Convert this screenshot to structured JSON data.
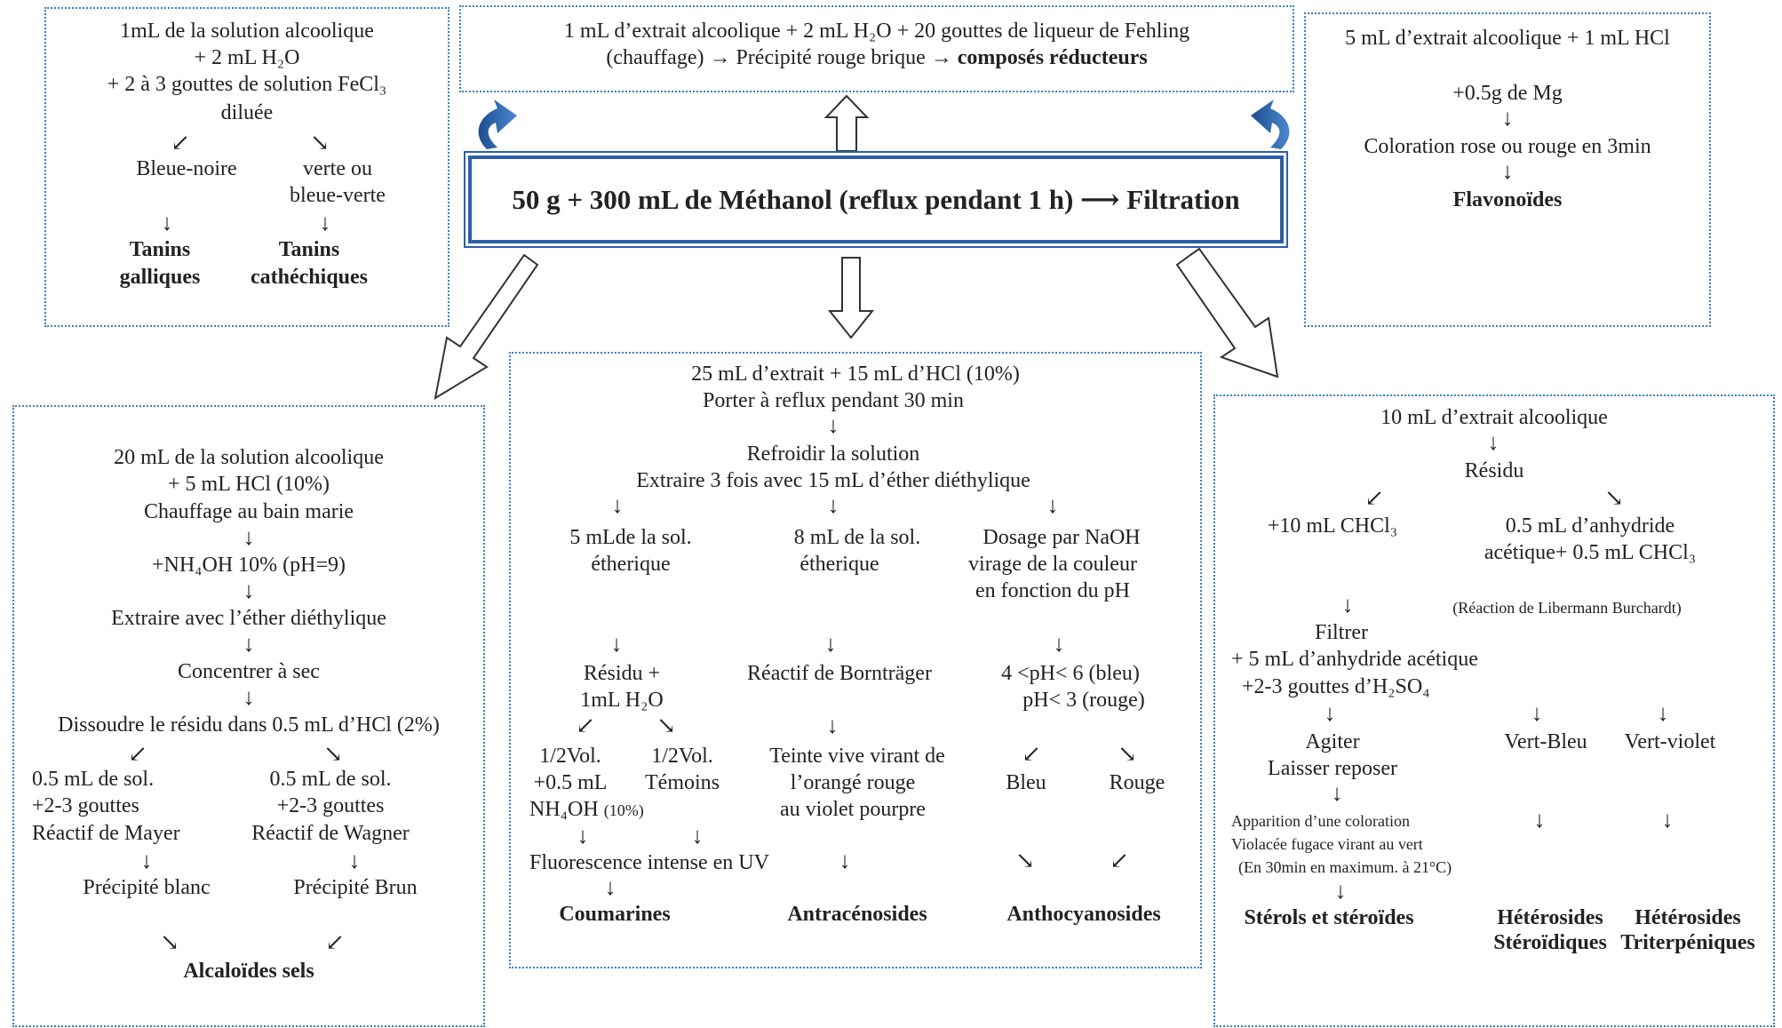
{
  "center": {
    "main": "50 g + 300 mL de Méthanol (reflux pendant 1 h) ⟶ Filtration"
  },
  "fehling": {
    "line1": "1 mL d’extrait alcoolique + 2 mL H₂O + 20 gouttes de liqueur de Fehling",
    "line2a": "(chauffage) → Précipité rouge brique → ",
    "line2b": "composés réducteurs"
  },
  "tanins": {
    "lines": [
      "1mL de la solution alcoolique",
      "+ 2 mL H₂O",
      "+ 2 à 3 gouttes de solution FeCl₃",
      "diluée"
    ],
    "left": "Bleue-noire",
    "right1": "verte ou",
    "right2": "bleue-verte",
    "res_left1": "Tanins",
    "res_left2": "galliques",
    "res_right1": "Tanins",
    "res_right2": "cathéchiques"
  },
  "flavo": {
    "l1": "5 mL d’extrait alcoolique + 1 mL HCl",
    "l2": "+0.5g de Mg",
    "l3": "Coloration rose ou rouge en 3min",
    "res": "Flavonoïdes"
  },
  "alca": {
    "l1": "20 mL de la solution alcoolique",
    "l2": "+ 5 mL HCl (10%)",
    "l3": "Chauffage au bain marie",
    "l4": "+NH₄OH 10% (pH=9)",
    "l5": "Extraire avec l’éther diéthylique",
    "l6": "Concentrer à sec",
    "l7": "Dissoudre le résidu dans 0.5 mL d’HCl (2%)",
    "left1": "0.5 mL de sol.",
    "left2": "+2-3 gouttes",
    "left3": "Réactif de Mayer",
    "right1": "0.5 mL de sol.",
    "right2": "+2-3 gouttes",
    "right3": "Réactif de Wagner",
    "pleft": "Précipité blanc",
    "pright": "Précipité Brun",
    "res": "Alcaloïdes sels"
  },
  "mid": {
    "l1": "25 mL d’extrait + 15 mL d’HCl (10%)",
    "l2": "Porter à reflux pendant 30 min",
    "l3": "Refroidir la solution",
    "l4": "Extraire 3 fois avec 15 mL d’éther diéthylique",
    "a1": "5 mLde la sol.",
    "a2": "étherique",
    "b1": "8 mL de la sol.",
    "b2": "étherique",
    "c1": "Dosage par NaOH",
    "c2": "virage de la couleur",
    "c3": "en fonction du pH",
    "a3": "Résidu +",
    "a4": "1mL H₂O",
    "b3": "Réactif de Bornträger",
    "c4": "4 <pH< 6 (bleu)",
    "c5": "pH< 3 (rouge)",
    "a5": "1/2Vol.",
    "a6": "+0.5 mL",
    "a7": "NH₄OH",
    "a7s": "(10%)",
    "a8": "1/2Vol.",
    "a9": "Témoins",
    "b4": "Teinte vive virant de",
    "b5": "l’orangé rouge",
    "b6": "au violet pourpre",
    "c6": "Bleu",
    "c7": "Rouge",
    "a10": "Fluorescence intense en UV",
    "ra": "Coumarines",
    "rb": "Antracénosides",
    "rc": "Anthocyanosides"
  },
  "ster": {
    "l1": "10 mL d’extrait alcoolique",
    "l2": "Résidu",
    "left": "+10 mL CHCl₃",
    "right1": "0.5 mL d’anhydride",
    "right2": "acétique+ 0.5 mL CHCl₃",
    "note": "(Réaction de Libermann Burchardt)",
    "f1": "Filtrer",
    "f2": "+ 5 mL  d’anhydride acétique",
    "f3": "+2-3 gouttes d’H₂SO₄",
    "g1": "Agiter",
    "g2": "Laisser reposer",
    "h1": "Apparition d’une coloration",
    "h2": "Violacée fugace virant au vert",
    "h3": "(En 30min en maximum. à 21°C)",
    "vb": "Vert-Bleu",
    "vv": "Vert-violet",
    "r1": "Stérols et stéroïdes",
    "r2a": "Hétérosides",
    "r2b": "Stéroïdiques",
    "r3a": "Hétérosides",
    "r3b": "Triterpéniques"
  }
}
